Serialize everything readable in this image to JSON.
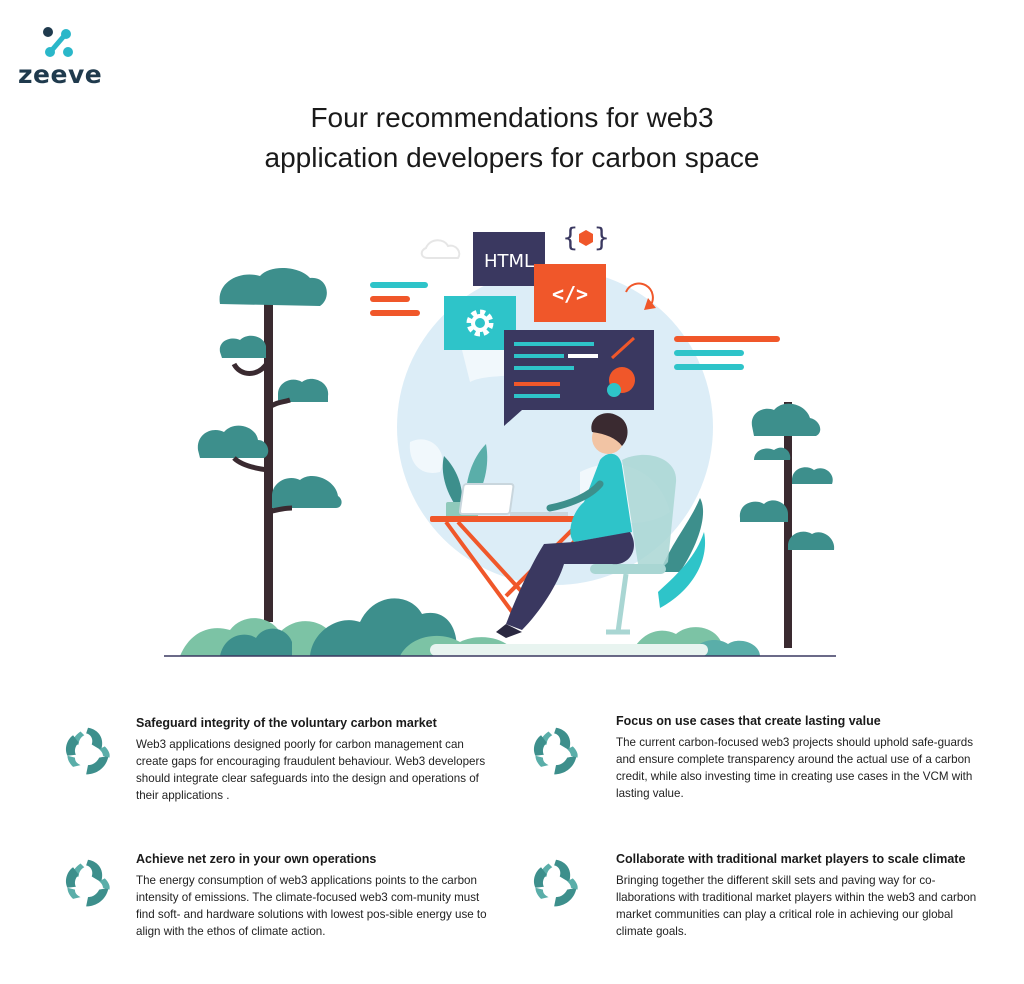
{
  "logo": {
    "text": "zeeve",
    "icon": "zeeve-logo-icon"
  },
  "title": {
    "line1": "Four recommendations for web3",
    "line2": "application developers for carbon space"
  },
  "illustration": {
    "html_label": "HTML",
    "code_label": "</>",
    "braces_label": "{ }",
    "colors": {
      "teal": "#3d8f8c",
      "teal_light": "#2ec4c9",
      "orange": "#f0572a",
      "navy": "#3a3860",
      "globe": "#dcedf7",
      "ground": "#7cc3a5"
    }
  },
  "recommendations": [
    {
      "heading": "Safeguard integrity of the voluntary carbon market",
      "body": "Web3 applications designed poorly for carbon management can create gaps for encouraging fraudulent behaviour. Web3 developers should integrate clear safeguards into the design and operations of their applications .",
      "icon": "recycle-icon"
    },
    {
      "heading": "Focus on use cases that create lasting value",
      "body": "The current carbon-focused web3 projects should uphold safe-guards and ensure complete transparency around the actual use of a carbon credit, while also investing time in creating use cases in the VCM with lasting value.",
      "icon": "recycle-icon"
    },
    {
      "heading": "Achieve net zero in your own operations",
      "body": "The energy consumption of web3 applications points to the carbon intensity of emissions. The climate-focused web3 com-munity must find soft- and hardware solutions with lowest pos-sible energy use  to align with the ethos of climate action.",
      "icon": "recycle-icon"
    },
    {
      "heading": "Collaborate with traditional market players to scale climate",
      "body": "Bringing together the different skill sets and paving way for co-llaborations with traditional market players within the web3 and carbon market communities can play a critical role in achieving our global climate goals.",
      "icon": "recycle-icon"
    }
  ]
}
